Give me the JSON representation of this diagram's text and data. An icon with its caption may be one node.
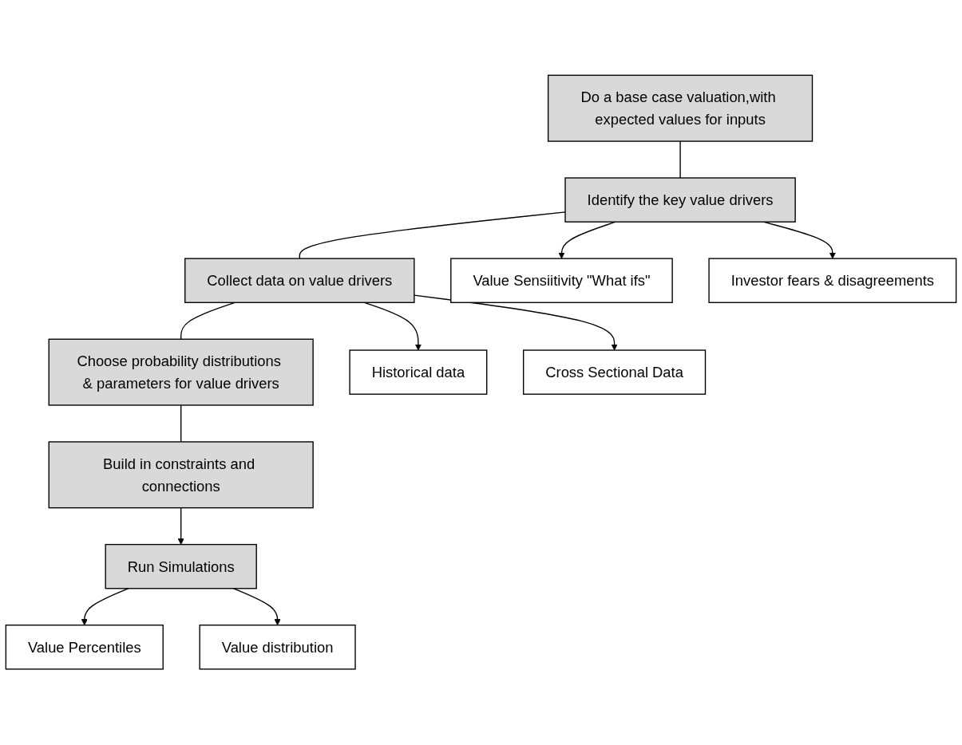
{
  "diagram": {
    "nodes": [
      {
        "text": [
          "Do a base case valuation,with expected values for inputs"
        ]
      },
      {
        "text": [
          "Value Sensiitivity \"What ifs\""
        ]
      },
      {
        "text": [
          "Identify the key value drivers"
        ]
      },
      {
        "text": [
          "Investor fears & disagreements"
        ]
      },
      {
        "text": [
          "Historical data"
        ]
      },
      {
        "text": [
          "Collect data on value drivers"
        ]
      },
      {
        "text": [
          "Cross Sectional Data"
        ]
      },
      {
        "text": [
          "Choose probability distributions & parameters for value drivers"
        ]
      },
      {
        "text": [
          "Build in constraints and connections"
        ]
      },
      {
        "text": [
          "Value Percentiles"
        ]
      },
      {
        "text": [
          "Run Simulations"
        ]
      },
      {
        "text": [
          "Value distribution"
        ]
      }
    ],
    "edges": [
      {
        "from": 0,
        "to": 2,
        "arrow": "none"
      },
      {
        "from": 2,
        "to": 1,
        "arrow": "to"
      },
      {
        "from": 2,
        "to": 3,
        "arrow": "to"
      },
      {
        "from": 2,
        "to": 5,
        "arrow": "none"
      },
      {
        "from": 5,
        "to": 4,
        "arrow": "to"
      },
      {
        "from": 5,
        "to": 6,
        "arrow": "to"
      },
      {
        "from": 5,
        "to": 7,
        "arrow": "none"
      },
      {
        "from": 7,
        "to": 8,
        "arrow": "none"
      },
      {
        "from": 8,
        "to": 10,
        "arrow": "to"
      },
      {
        "from": 10,
        "to": 9,
        "arrow": "to"
      },
      {
        "from": 10,
        "to": 11,
        "arrow": "to"
      }
    ]
  }
}
